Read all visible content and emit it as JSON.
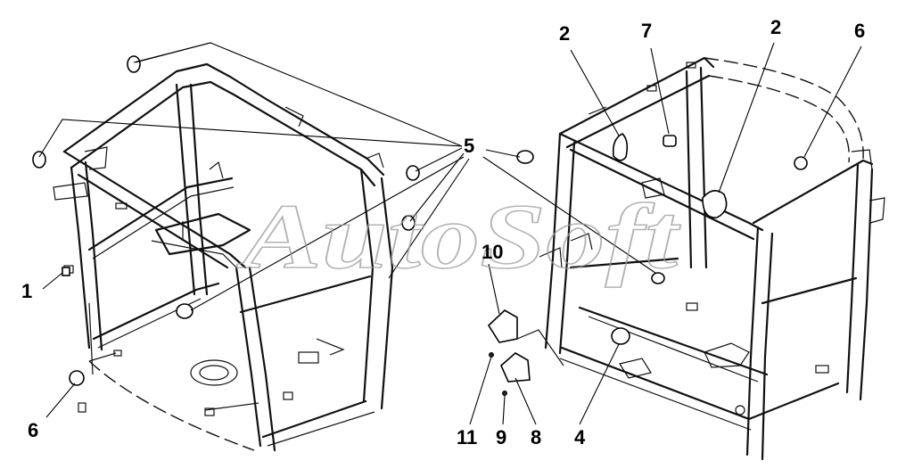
{
  "watermark": "AutoSoft",
  "callouts": {
    "c1": "1",
    "c2a": "2",
    "c2b": "2",
    "c4": "4",
    "c5": "5",
    "c6a": "6",
    "c6b": "6",
    "c7": "7",
    "c8": "8",
    "c9": "9",
    "c10": "10",
    "c11": "11"
  },
  "colors": {
    "ink": "#111111",
    "watermark": "#9a9a9a",
    "background": "#ffffff"
  }
}
